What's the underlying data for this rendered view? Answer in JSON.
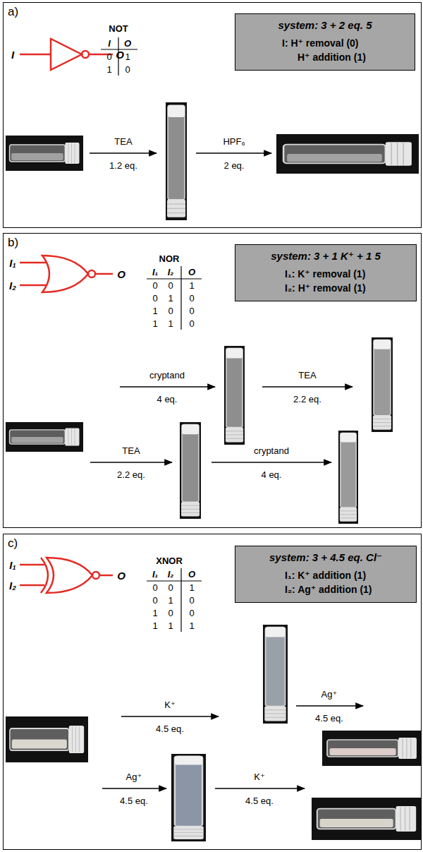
{
  "diagram": {
    "nodes": [
      {
        "text": [
          "a)"
        ]
      },
      {
        "text": [
          "system: 3 + 2 eq. 5",
          "I: H⁺ removal (0)",
          "H⁺ addition (1)"
        ],
        "in": 0
      },
      {
        "text": [
          "b)"
        ]
      },
      {
        "text": [
          "system: 3 + 1 K⁺ + 1 5",
          "I₁: K⁺ removal (1)",
          "I₂: H⁺ removal (1)"
        ],
        "in": 2
      },
      {
        "text": [
          "c)"
        ]
      },
      {
        "text": [
          "system: 3 + 4.5 eq. Cl⁻",
          "I₁: K⁺ addition (1)",
          "I₂: Ag⁺ addition (1)"
        ],
        "in": 4
      }
    ],
    "labels": [
      "I",
      "O",
      "NOT",
      "I",
      "O",
      "0",
      "1",
      "1",
      "0",
      "TEA",
      "1.2 eq.",
      "HPF₆",
      "2 eq.",
      "I₁",
      "I₂",
      "O",
      "NOR",
      "I₁",
      "I₂",
      "O",
      "0",
      "0",
      "1",
      "0",
      "1",
      "0",
      "1",
      "0",
      "0",
      "1",
      "1",
      "0",
      "cryptand",
      "4 eq.",
      "TEA",
      "2.2 eq.",
      "TEA",
      "2.2 eq.",
      "cryptand",
      "4 eq.",
      "I₁",
      "I₂",
      "O",
      "XNOR",
      "I₁",
      "I₂",
      "O",
      "0",
      "0",
      "1",
      "0",
      "1",
      "0",
      "1",
      "0",
      "0",
      "1",
      "1",
      "1",
      "K⁺",
      "4.5 eq.",
      "Ag⁺",
      "4.5 eq.",
      "Ag⁺",
      "4.5 eq.",
      "K⁺",
      "4.5 eq."
    ]
  }
}
